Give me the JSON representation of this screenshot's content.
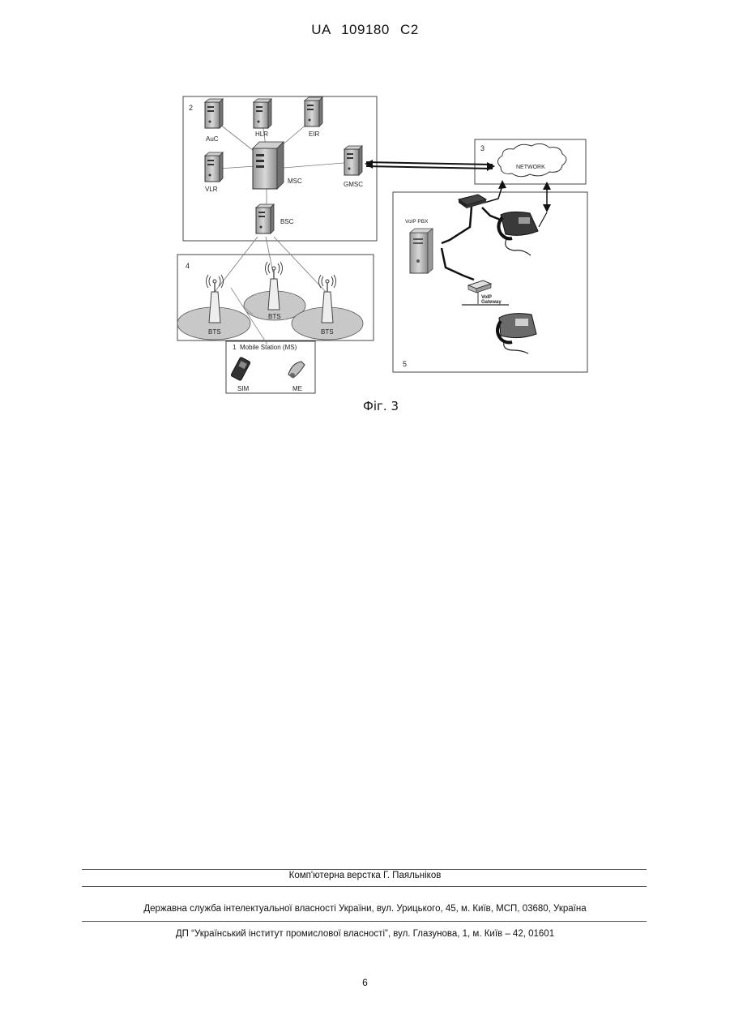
{
  "header": {
    "doc_id": "UA   109180   C2"
  },
  "figure": {
    "caption": "Фіг. 3",
    "gsm": {
      "number": "2",
      "nodes": {
        "auc": "AuC",
        "hlr": "HLR",
        "eir": "EIR",
        "vlr": "VLR",
        "msc": "MSC",
        "gmsc": "GMSC",
        "bsc": "BSC"
      }
    },
    "radio": {
      "number": "4",
      "bts_left": "BTS",
      "bts_center": "BTS",
      "bts_right": "BTS"
    },
    "mobile": {
      "number": "1",
      "title": "Mobile Station (MS)",
      "sim": "SIM",
      "me": "ME"
    },
    "network": {
      "number": "3",
      "label": "NETWORK"
    },
    "voip": {
      "number": "5",
      "pbx": "VoIP PBX",
      "gateway_line1": "VoIP",
      "gateway_line2": "Gateway"
    }
  },
  "footer": {
    "typesetting": "Комп'ютерна верстка Г. Паяльніков",
    "agency": "Державна служба інтелектуальної власності України, вул. Урицького, 45, м. Київ, МСП, 03680, Україна",
    "institute": "ДП “Український інститут промислової власності”, вул. Глазунова, 1, м. Київ – 42, 01601"
  },
  "page_number": "6"
}
